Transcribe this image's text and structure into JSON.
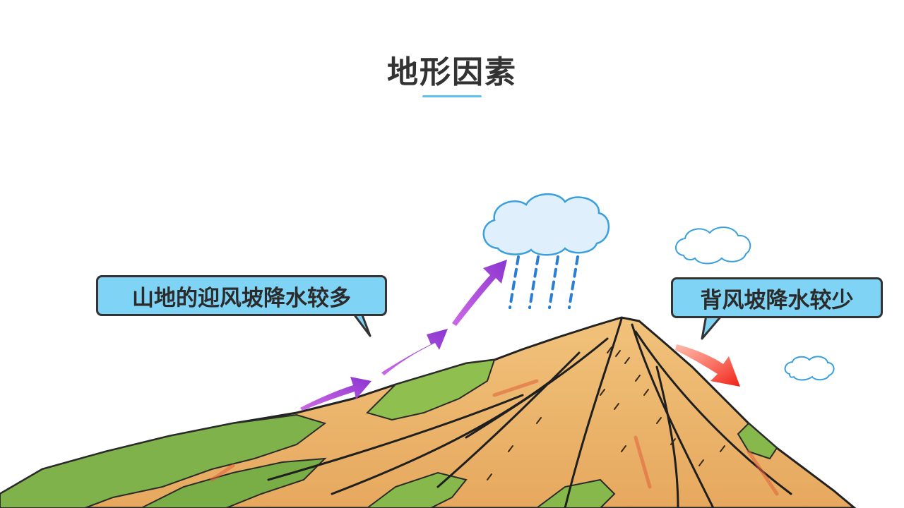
{
  "slide": {
    "title": "地形因素"
  },
  "callouts": {
    "windward": "山地的迎风坡降水较多",
    "leeward": "背风坡降水较少"
  },
  "colors": {
    "title_underline": "#5cc3ee",
    "callout_fill": "#7fd3f5",
    "arrow_windward": "#9b3fd6",
    "arrow_leeward": "#f02a1e",
    "rain": "#2a7fd4",
    "cloud_fill": "#dff0fc",
    "cloud_stroke": "#3aa0dd"
  },
  "icons": [
    "rain-cloud-icon",
    "cloud-icon",
    "mountain-illustration",
    "wind-arrow-icon"
  ]
}
